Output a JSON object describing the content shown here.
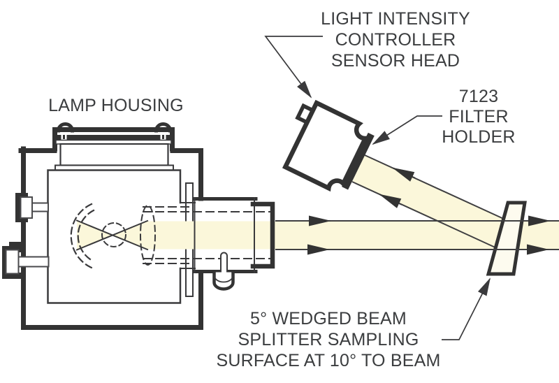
{
  "diagram": {
    "labels": {
      "sensor_head": {
        "line1": "LIGHT INTENSITY",
        "line2": "CONTROLLER",
        "line3": "SENSOR HEAD"
      },
      "filter_holder": {
        "line1": "7123",
        "line2": "FILTER",
        "line3": "HOLDER"
      },
      "lamp_housing": {
        "line1": "LAMP HOUSING"
      },
      "beam_splitter": {
        "line1": "5° WEDGED BEAM",
        "line2": "SPLITTER SAMPLING",
        "line3": "SURFACE AT 10° TO BEAM"
      }
    },
    "colors": {
      "line_dark": "#333333",
      "line_thin": "#3a3a3c",
      "beam_fill": "#FBF7DA",
      "splitter_fill": "#FDFBEF",
      "text": "#3b3d3f"
    }
  }
}
